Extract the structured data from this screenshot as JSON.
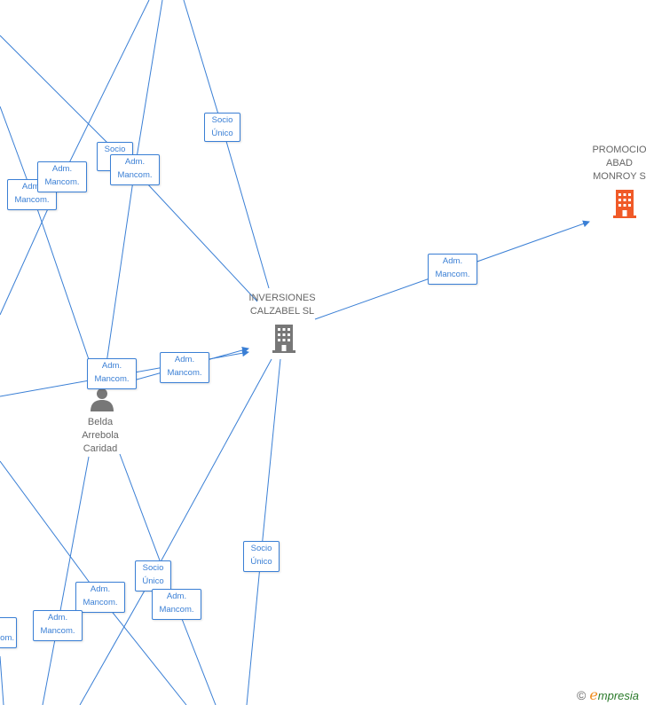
{
  "nodes": {
    "inversiones": {
      "label_lines": [
        "INVERSIONES",
        "CALZABEL SL"
      ],
      "color": "#777777"
    },
    "promociones": {
      "label_lines": [
        "PROMOCIO",
        "ABAD",
        "MONROY S"
      ],
      "color": "#f05a28"
    },
    "belda": {
      "label_lines": [
        "Belda",
        "Arrebola",
        "Caridad"
      ],
      "color": "#777777"
    }
  },
  "relations": [
    {
      "id": "socio-1",
      "lines": [
        "Socio",
        "Único"
      ]
    },
    {
      "id": "socio-2",
      "lines": [
        "Socio",
        "Ú"
      ]
    },
    {
      "id": "adm-1",
      "lines": [
        "Adm.",
        "Mancom."
      ]
    },
    {
      "id": "adm-2",
      "lines": [
        "Adm.",
        "Mancom."
      ]
    },
    {
      "id": "adm-3",
      "lines": [
        "Adm.",
        "Mancom."
      ]
    },
    {
      "id": "adm-4",
      "lines": [
        "Adm.",
        "Mancom."
      ]
    },
    {
      "id": "adm-5",
      "lines": [
        "Adm.",
        "Mancom."
      ]
    },
    {
      "id": "adm-6",
      "lines": [
        "Adm.",
        "Mancom."
      ]
    },
    {
      "id": "socio-3",
      "lines": [
        "Socio",
        "Único"
      ]
    },
    {
      "id": "socio-4",
      "lines": [
        "Socio",
        "Único"
      ]
    },
    {
      "id": "adm-7",
      "lines": [
        "Adm.",
        "Mancom."
      ]
    },
    {
      "id": "adm-8",
      "lines": [
        "Adm.",
        "Mancom."
      ]
    },
    {
      "id": "adm-9",
      "lines": [
        "Adm.",
        "Mancom."
      ]
    },
    {
      "id": "adm-10",
      "lines": [
        "",
        "om."
      ]
    }
  ],
  "brand": {
    "copyright": "©",
    "e": "e",
    "rest": "mpresia"
  },
  "colors": {
    "edge": "#3a7fd5",
    "accent": "#f05a28",
    "node_gray": "#777777"
  },
  "icons": {
    "company": "building-icon",
    "person": "person-icon"
  }
}
